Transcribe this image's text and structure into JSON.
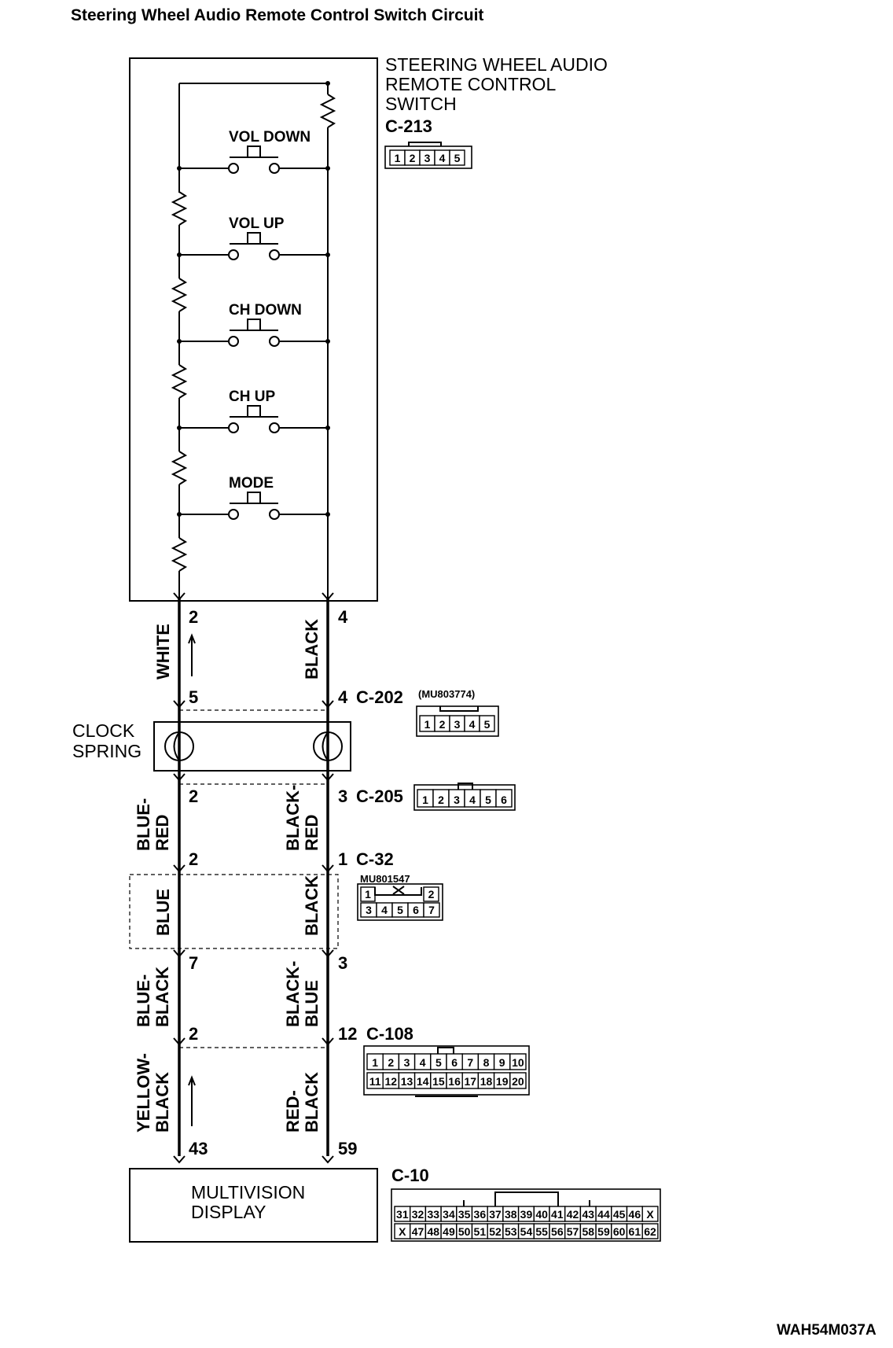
{
  "title": "Steering Wheel Audio Remote Control Switch Circuit",
  "component": {
    "name_lines": [
      "STEERING WHEEL AUDIO",
      "REMOTE CONTROL",
      "SWITCH"
    ],
    "connector": "C-213",
    "pins": [
      "1",
      "2",
      "3",
      "4",
      "5"
    ]
  },
  "switches": [
    "VOL DOWN",
    "VOL UP",
    "CH DOWN",
    "CH UP",
    "MODE"
  ],
  "wires": {
    "seg1": {
      "left_pin_top": "2",
      "right_pin_top": "4",
      "left_color": "WHITE",
      "right_color": "BLACK",
      "left_pin_bottom": "5",
      "right_pin_bottom": "4"
    },
    "seg2": {
      "left_pin_top": "2",
      "right_pin_top": "3",
      "left_color_lines": [
        "BLUE-",
        "RED"
      ],
      "right_color_lines": [
        "BLACK-",
        "RED"
      ],
      "left_pin_bottom": "2",
      "right_pin_bottom": "1"
    },
    "seg3": {
      "left_color": "BLUE",
      "right_color": "BLACK",
      "left_pin_bottom": "7",
      "right_pin_bottom": "3"
    },
    "seg4": {
      "left_color_lines": [
        "BLUE-",
        "BLACK"
      ],
      "right_color_lines": [
        "BLACK-",
        "BLUE"
      ],
      "left_pin_bottom": "2",
      "right_pin_bottom": "12"
    },
    "seg5": {
      "left_color_lines": [
        "YELLOW-",
        "BLACK"
      ],
      "right_color_lines": [
        "RED-",
        "BLACK"
      ],
      "left_pin_bottom": "43",
      "right_pin_bottom": "59"
    }
  },
  "connectors": {
    "c202": {
      "name": "C-202",
      "part": "(MU803774)",
      "pins": [
        "1",
        "2",
        "3",
        "4",
        "5"
      ]
    },
    "c205": {
      "name": "C-205",
      "pins": [
        "1",
        "2",
        "3",
        "4",
        "5",
        "6"
      ]
    },
    "c32": {
      "name": "C-32",
      "part": "MU801547",
      "row1": [
        "1",
        "",
        "2"
      ],
      "row2": [
        "3",
        "4",
        "5",
        "6",
        "7"
      ]
    },
    "c108": {
      "name": "C-108",
      "row1": [
        "1",
        "2",
        "3",
        "4",
        "5",
        "6",
        "7",
        "8",
        "9",
        "10"
      ],
      "row2": [
        "11",
        "12",
        "13",
        "14",
        "15",
        "16",
        "17",
        "18",
        "19",
        "20"
      ]
    },
    "c10": {
      "name": "C-10",
      "row1": [
        "31",
        "32",
        "33",
        "34",
        "35",
        "36",
        "37",
        "38",
        "39",
        "40",
        "41",
        "42",
        "43",
        "44",
        "45",
        "46",
        "X"
      ],
      "row2": [
        "X",
        "47",
        "48",
        "49",
        "50",
        "51",
        "52",
        "53",
        "54",
        "55",
        "56",
        "57",
        "58",
        "59",
        "60",
        "61",
        "62"
      ]
    }
  },
  "clock_spring_lines": [
    "CLOCK",
    "SPRING"
  ],
  "display_lines": [
    "MULTIVISION",
    "DISPLAY"
  ],
  "figure_code": "WAH54M037A"
}
